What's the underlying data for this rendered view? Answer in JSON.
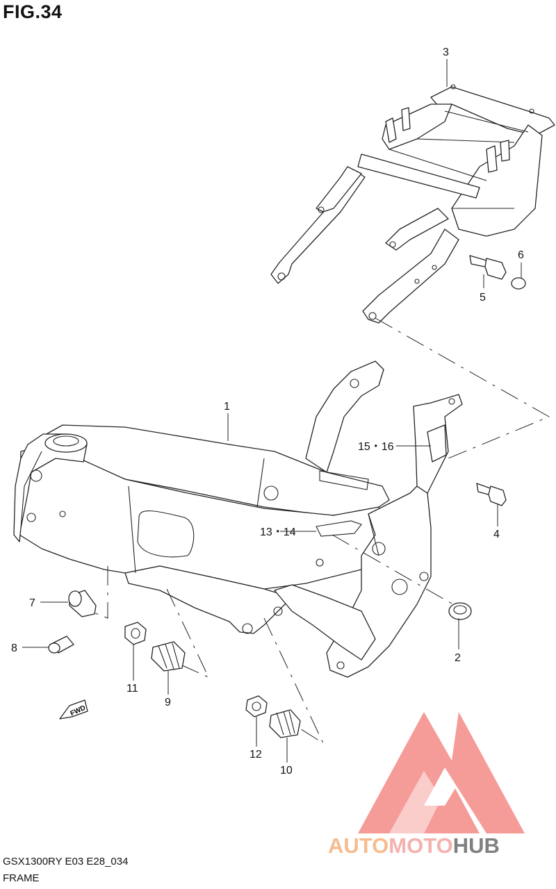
{
  "figure": {
    "title": "FIG.34"
  },
  "parts": [
    {
      "id": "1",
      "label": "1"
    },
    {
      "id": "2",
      "label": "2"
    },
    {
      "id": "3",
      "label": "3"
    },
    {
      "id": "4",
      "label": "4"
    },
    {
      "id": "5",
      "label": "5"
    },
    {
      "id": "6",
      "label": "6"
    },
    {
      "id": "7",
      "label": "7"
    },
    {
      "id": "8",
      "label": "8"
    },
    {
      "id": "9",
      "label": "9"
    },
    {
      "id": "10",
      "label": "10"
    },
    {
      "id": "11",
      "label": "11"
    },
    {
      "id": "12",
      "label": "12"
    },
    {
      "id": "13-14",
      "label": "13・14"
    },
    {
      "id": "15-16",
      "label": "15・16"
    }
  ],
  "fwd_badge": "FWD",
  "footer": {
    "model_code": "GSX1300RY E03 E28_034",
    "diagram_name": "FRAME"
  },
  "watermark": {
    "part1": "AUTO",
    "part2": "MOTO",
    "part3": "HUB",
    "colors": {
      "auto": "#f6b07a",
      "moto": "#f4a4a0",
      "hub": "#6a6a6a",
      "triangle": "#f58b87"
    }
  }
}
